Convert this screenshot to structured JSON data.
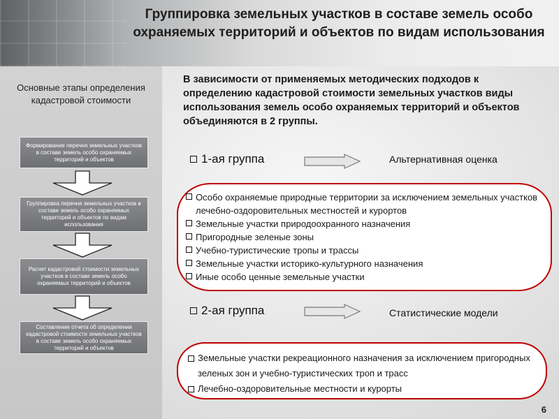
{
  "title": "Группировка земельных участков в составе земель особо охраняемых территорий и объектов по видам использования",
  "left_heading": "Основные этапы определения кадастровой стоимости",
  "stages": [
    "Формирование перечня земельных участков в составе земель особо охраняемых территорий и объектов",
    "Группировка перечня земельных участков в составе земель особо охраняемых территорий и объектов по видам использования",
    "Расчет кадастровой стоимости земельных участков в составе земель особо охраняемых территорий и объектов",
    "Составление отчета об определении кадастровой стоимости земельных участков в составе земель особо охраняемых территорий и объектов"
  ],
  "intro": "В зависимости от применяемых методических подходов к определению кадастровой стоимости земельных участков виды использования земель особо охраняемых территорий и объектов объединяются в 2 группы.",
  "group1": {
    "label": "1-ая группа",
    "method": "Альтернативная оценка",
    "items": [
      "Особо охраняемые природные территории за исключением земельных участков лечебно-оздоровительных местностей и курортов",
      "Земельные участки природоохранного назначения",
      "Пригородные зеленые зоны",
      "Учебно-туристические тропы и трассы",
      "Земельные участки историко-культурного назначения",
      "Иные особо ценные земельные участки"
    ]
  },
  "group2": {
    "label": "2-ая группа",
    "method": "Статистические модели",
    "items": [
      "Земельные участки рекреационного назначения за исключением пригородных зеленых зон и учебно-туристических троп и трасс",
      "Лечебно-оздоровительные местности и курорты"
    ]
  },
  "page_number": "6",
  "colors": {
    "bubble_border": "#c00000",
    "stage_box": "#7d7e81"
  }
}
